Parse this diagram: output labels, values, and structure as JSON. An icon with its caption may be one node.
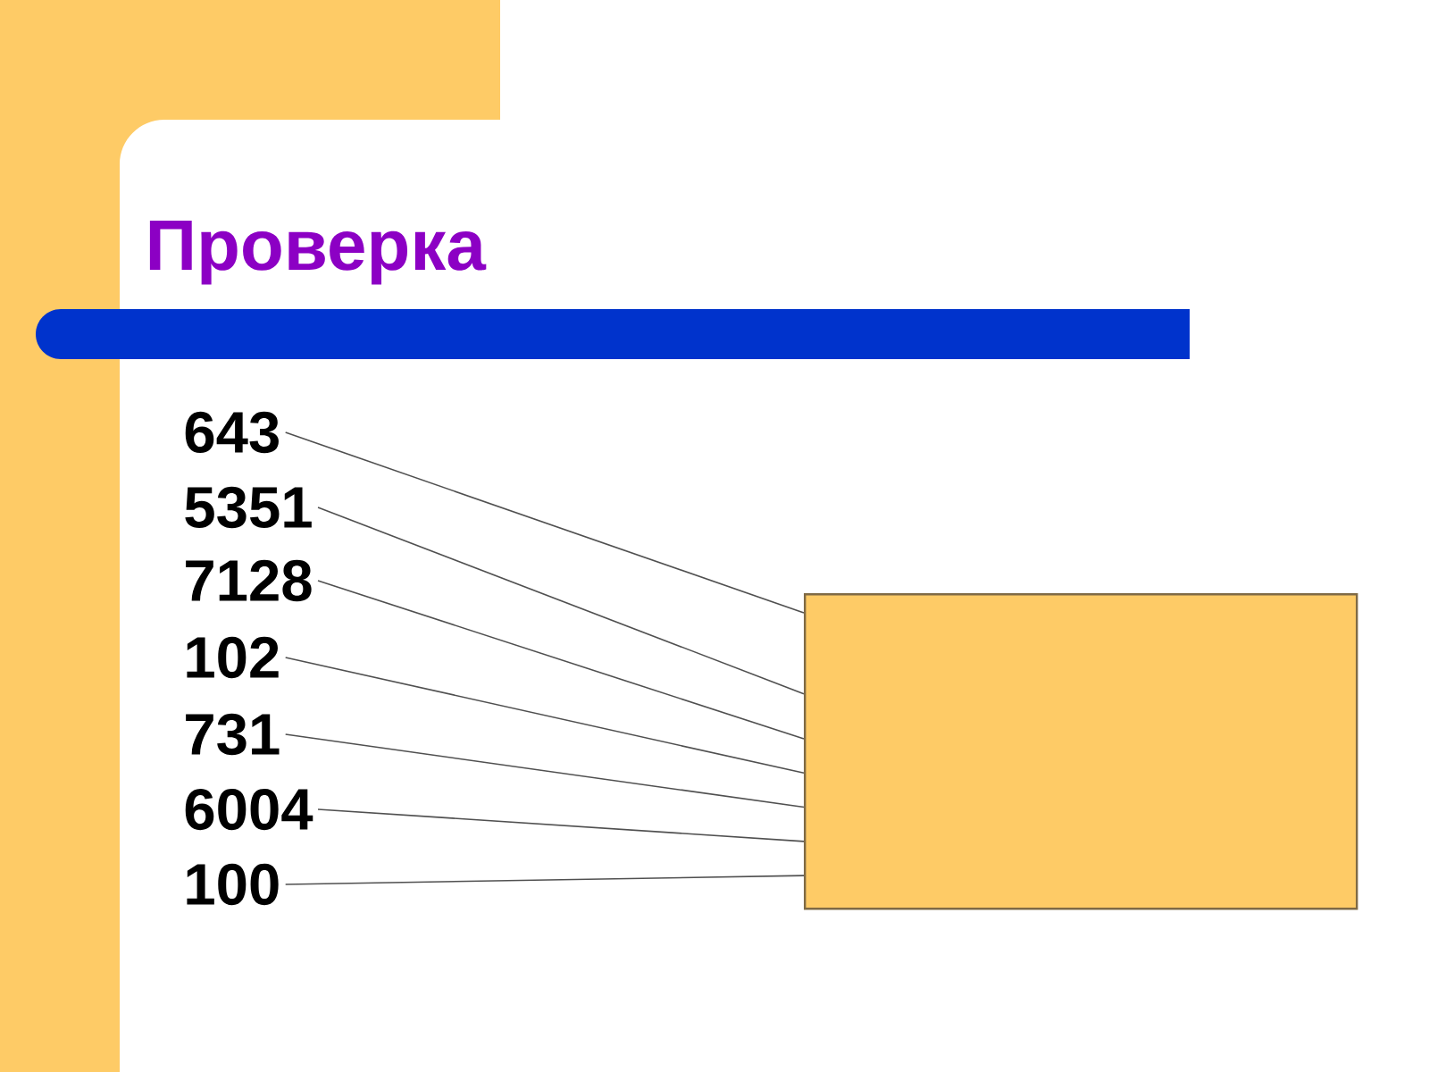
{
  "diagram": {
    "title": "Проверка",
    "nodes": [
      {
        "text": [
          "643"
        ]
      },
      {
        "text": [
          "5351"
        ]
      },
      {
        "text": [
          "7128"
        ]
      },
      {
        "text": [
          "102"
        ]
      },
      {
        "text": [
          "731"
        ]
      },
      {
        "text": [
          "6004"
        ]
      },
      {
        "text": [
          "100"
        ]
      },
      {
        "text": [],
        "shape": "box"
      }
    ],
    "edges": [
      {
        "from": 0,
        "to": 7,
        "arrow": "none"
      },
      {
        "from": 1,
        "to": 7,
        "arrow": "none"
      },
      {
        "from": 2,
        "to": 7,
        "arrow": "none"
      },
      {
        "from": 3,
        "to": 7,
        "arrow": "none"
      },
      {
        "from": 4,
        "to": 7,
        "arrow": "none"
      },
      {
        "from": 5,
        "to": 7,
        "arrow": "none"
      },
      {
        "from": 6,
        "to": 7,
        "arrow": "none"
      }
    ]
  }
}
